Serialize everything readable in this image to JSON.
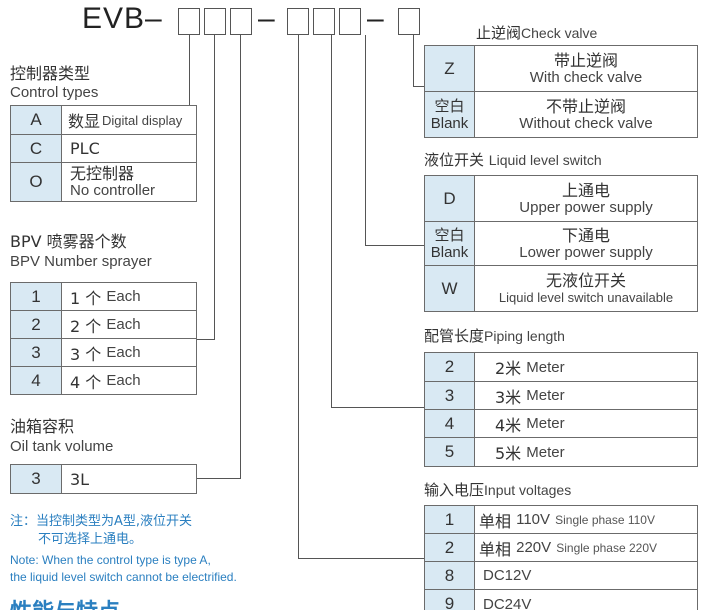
{
  "model_code": {
    "prefix": "EVB–",
    "dash": "–"
  },
  "control_types": {
    "title_cn": "控制器类型",
    "title_en": "Control types",
    "rows": [
      {
        "code": "A",
        "cn": "数显",
        "en": "Digital display"
      },
      {
        "code": "C",
        "cn": "PLC",
        "en": ""
      },
      {
        "code": "O",
        "cn": "无控制器",
        "en": "No controller"
      }
    ]
  },
  "sprayer": {
    "title_cn": "BPV 喷雾器个数",
    "title_en": "BPV Number sprayer",
    "rows": [
      {
        "code": "1",
        "cn": "1 个",
        "en": "Each"
      },
      {
        "code": "2",
        "cn": "2 个",
        "en": "Each"
      },
      {
        "code": "3",
        "cn": "3 个",
        "en": "Each"
      },
      {
        "code": "4",
        "cn": "4 个",
        "en": "Each"
      }
    ]
  },
  "oil_tank": {
    "title_cn": "油箱容积",
    "title_en": "Oil tank volume",
    "rows": [
      {
        "code": "3",
        "value": "3L"
      }
    ]
  },
  "note": {
    "cn_line1": "注：当控制类型为A型,液位开关",
    "cn_line2": "不可选择上通电。",
    "en_line1": "Note: When the control type is type A,",
    "en_line2": "the liquid level switch cannot be electrified."
  },
  "bottom_title": "性能与特点",
  "check_valve": {
    "title_cn": "止逆阀",
    "title_en": "Check valve",
    "rows": [
      {
        "code": "Z",
        "code_en": "",
        "cn": "带止逆阀",
        "en": "With check valve"
      },
      {
        "code": "空白",
        "code_en": "Blank",
        "cn": "不带止逆阀",
        "en": "Without check valve"
      }
    ]
  },
  "level_switch": {
    "title_cn": "液位开关",
    "title_en": "Liquid level switch",
    "rows": [
      {
        "code": "D",
        "code_en": "",
        "cn": "上通电",
        "en": "Upper power supply"
      },
      {
        "code": "空白",
        "code_en": "Blank",
        "cn": "下通电",
        "en": "Lower power supply"
      },
      {
        "code": "W",
        "code_en": "",
        "cn": "无液位开关",
        "en": "Liquid level switch unavailable"
      }
    ]
  },
  "piping": {
    "title_cn": "配管长度",
    "title_en": "Piping length",
    "rows": [
      {
        "code": "2",
        "cn": "2米",
        "en": "Meter"
      },
      {
        "code": "3",
        "cn": "3米",
        "en": "Meter"
      },
      {
        "code": "4",
        "cn": "4米",
        "en": "Meter"
      },
      {
        "code": "5",
        "cn": "5米",
        "en": "Meter"
      }
    ]
  },
  "voltage": {
    "title_cn": "输入电压",
    "title_en": "Input voltages",
    "rows": [
      {
        "code": "1",
        "cn": "单相",
        "main": "110V",
        "en": "Single phase 110V"
      },
      {
        "code": "2",
        "cn": "单相",
        "main": "220V",
        "en": "Single phase 220V"
      },
      {
        "code": "8",
        "cn": "",
        "main": "DC12V",
        "en": ""
      },
      {
        "code": "9",
        "cn": "",
        "main": "DC24V",
        "en": ""
      }
    ]
  }
}
